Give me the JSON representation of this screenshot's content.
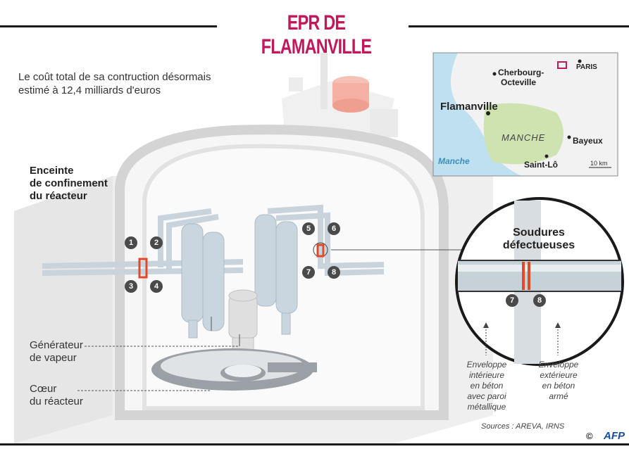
{
  "title": "EPR DE FLAMANVILLE",
  "cost_note": {
    "line1": "Le coût total de sa contruction désormais",
    "line2": "estimé à 12,4 milliards d'euros"
  },
  "labels": {
    "containment": [
      "Enceinte",
      "de confinement",
      "du réacteur"
    ],
    "steam_generator": [
      "Générateur",
      "de vapeur"
    ],
    "core": [
      "Cœur",
      "du réacteur"
    ],
    "defective_welds": [
      "Soudures",
      "défectueuses"
    ],
    "inner_envelope": [
      "Enveloppe",
      "intérieure",
      "en béton",
      "avec paroi",
      "métallique"
    ],
    "outer_envelope": [
      "Enveloppe",
      "extérieure",
      "en béton",
      "armé"
    ]
  },
  "weld_markers": [
    "1",
    "2",
    "3",
    "4",
    "5",
    "6",
    "7",
    "8"
  ],
  "zoom_markers": [
    "7",
    "8"
  ],
  "map": {
    "cherbourg": [
      "Cherbourg-",
      "Octeville"
    ],
    "paris": "PARIS",
    "flamanville": "Flamanville",
    "region": "MANCHE",
    "bayeux": "Bayeux",
    "sea": "Manche",
    "saint_lo": "Saint-Lô",
    "scale": "10 km"
  },
  "sources": "Sources : AREVA, IRNS",
  "credit": "©",
  "agency": "AFP",
  "colors": {
    "accent": "#c2185b",
    "weld": "#e04a2a",
    "land_green": "#cfe3b0",
    "sea_blue": "#bfe0ee"
  }
}
